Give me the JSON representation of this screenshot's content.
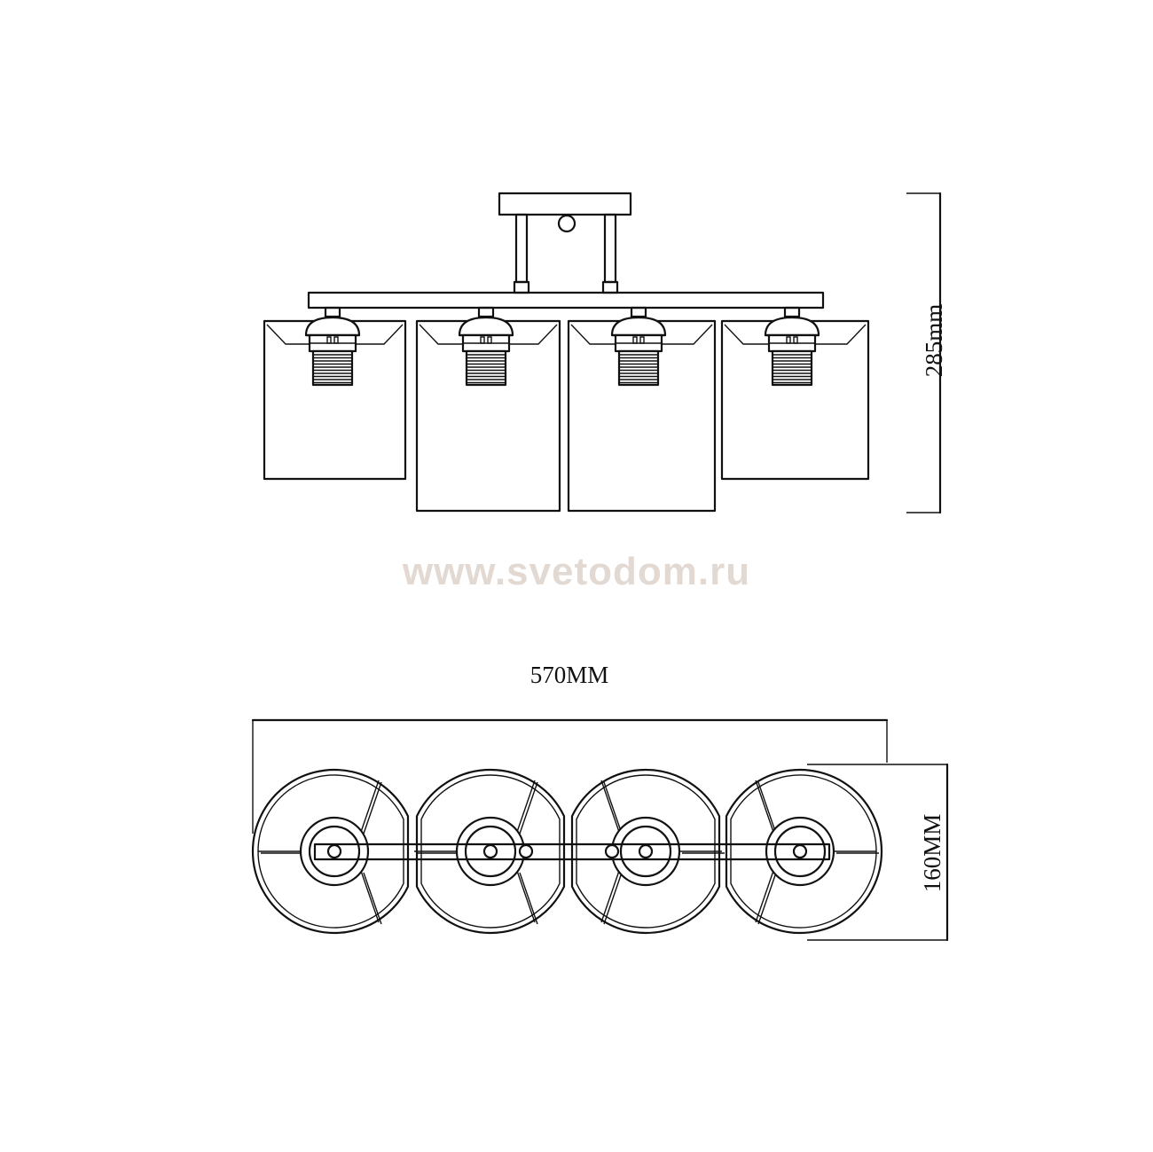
{
  "dimensions": {
    "height_label": "285mm",
    "width_label": "570MM",
    "depth_label": "160MM"
  },
  "watermark": "www.svetodom.ru",
  "colors": {
    "line": "#111111",
    "background": "#ffffff",
    "watermark": "#e3d9d3"
  }
}
